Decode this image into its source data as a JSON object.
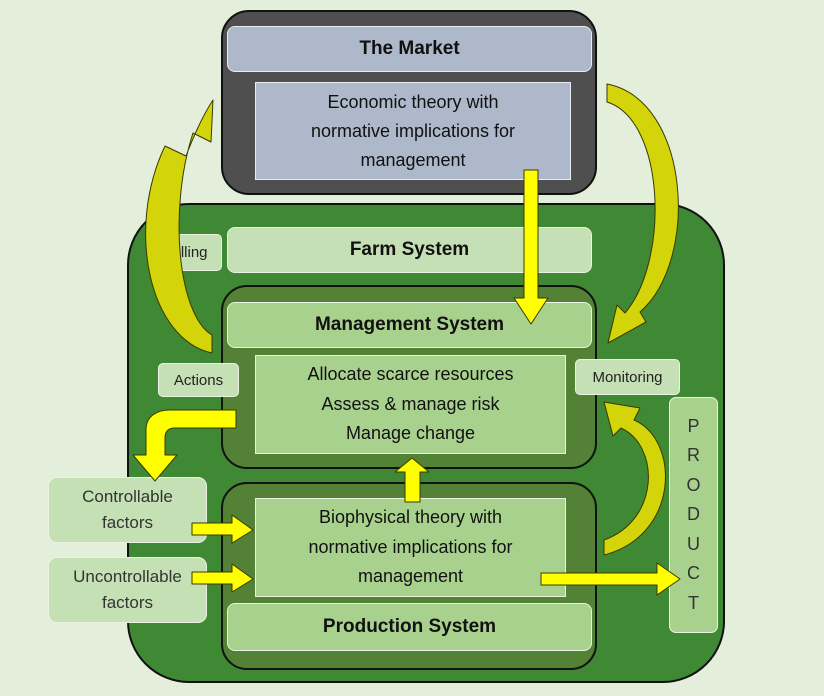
{
  "market": {
    "title": "The Market",
    "body": "Economic theory with\nnormative implications for\nmanagement"
  },
  "farm": {
    "title": "Farm System"
  },
  "management": {
    "title": "Management System",
    "body": "Allocate scarce resources\nAssess & manage risk\nManage change"
  },
  "production": {
    "body": "Biophysical theory with\nnormative implications for\nmanagement",
    "title": "Production System"
  },
  "labels": {
    "selling": "Selling",
    "actions": "Actions",
    "monitoring": "Monitoring"
  },
  "factors": {
    "controllable": "Controllable\nfactors",
    "uncontrollable": "Uncontrollable\nfactors"
  },
  "product": {
    "letters": [
      "P",
      "R",
      "O",
      "D",
      "U",
      "C",
      "T"
    ]
  },
  "colors": {
    "background": "#e3efdb",
    "market_frame": "#4f4f4f",
    "market_box": "#adb9ca",
    "farm_frame": "#3f8934",
    "subsystem_frame": "#538135",
    "box_light": "#c5e0b4",
    "box_mid": "#a9d18e",
    "arrow": "#ffff00",
    "curved_arrow": "#d4d40a"
  }
}
